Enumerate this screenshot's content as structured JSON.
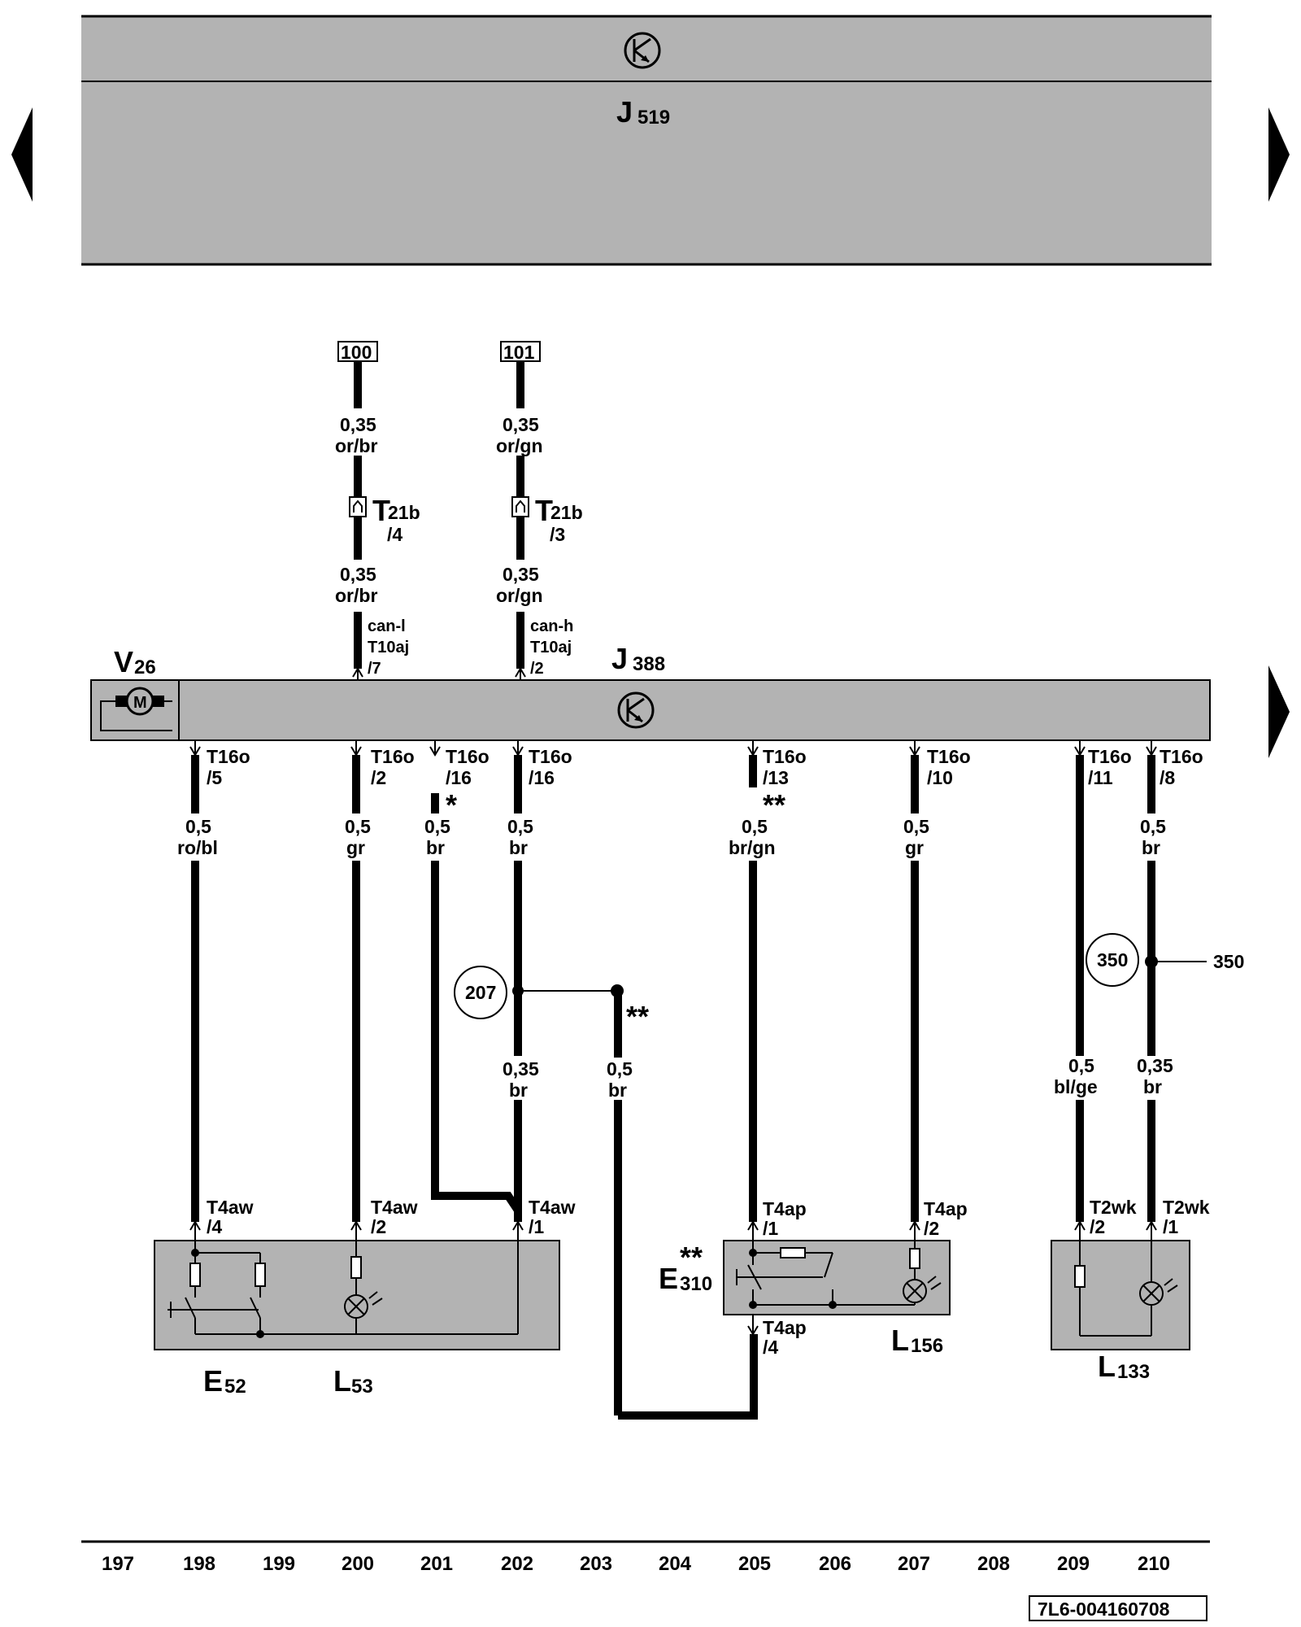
{
  "nav": {
    "prev_label": "◀",
    "next_label": "▶",
    "next2_label": "▶"
  },
  "control_units": {
    "top": {
      "id": "J",
      "sub": "519"
    },
    "main": {
      "id": "J",
      "sub": "388"
    }
  },
  "motor": {
    "id": "V",
    "sub": "26",
    "symbol": "M"
  },
  "refs": {
    "can_low_ref": "100",
    "can_high_ref": "101",
    "node_207": "207",
    "node_350": "350",
    "ext_350": "350"
  },
  "connectors": {
    "t21b_name": "T",
    "t21b_sub": "21b",
    "t21b_pin_4": "/4",
    "t21b_pin_3": "/3",
    "can_l": "can-l",
    "can_h": "can-h",
    "t10aj": "T10aj",
    "t10aj_pin_7": "/7",
    "t10aj_pin_2": "/2",
    "t16o": "T16o",
    "t16o_pin_5": "/5",
    "t16o_pin_2": "/2",
    "t16o_pin_16": "/16",
    "t16o_pin_16b": "/16",
    "t16o_pin_13": "/13",
    "t16o_pin_10": "/10",
    "t16o_pin_11": "/11",
    "t16o_pin_8": "/8",
    "t4aw": "T4aw",
    "t4aw_pin_4": "/4",
    "t4aw_pin_2": "/2",
    "t4aw_pin_1": "/1",
    "t4ap": "T4ap",
    "t4ap_pin_1": "/1",
    "t4ap_pin_2": "/2",
    "t4ap_pin_4": "/4",
    "t2wk": "T2wk",
    "t2wk_pin_2": "/2",
    "t2wk_pin_1": "/1"
  },
  "wires": {
    "w1": {
      "size": "0,35",
      "color": "or/br"
    },
    "w2": {
      "size": "0,35",
      "color": "or/gn"
    },
    "w3": {
      "size": "0,35",
      "color": "or/br"
    },
    "w4": {
      "size": "0,35",
      "color": "or/gn"
    },
    "w5": {
      "size": "0,5",
      "color": "ro/bl"
    },
    "w6": {
      "size": "0,5",
      "color": "gr"
    },
    "w7": {
      "size": "0,5",
      "color": "br"
    },
    "w8": {
      "size": "0,5",
      "color": "br"
    },
    "w9": {
      "size": "0,5",
      "color": "br/gn"
    },
    "w10": {
      "size": "0,5",
      "color": "gr"
    },
    "w11": {
      "size": "0,5",
      "color": "bl/ge"
    },
    "w12": {
      "size": "0,5",
      "color": "br"
    },
    "w13": {
      "size": "0,35",
      "color": "br"
    },
    "w14": {
      "size": "0,5",
      "color": "br"
    },
    "w15": {
      "size": "0,35",
      "color": "br"
    }
  },
  "marks": {
    "single": "*",
    "double": "**",
    "e310": "**"
  },
  "components": {
    "e52": {
      "id": "E",
      "sub": "52"
    },
    "l53": {
      "id": "L",
      "sub": "53"
    },
    "e310": {
      "id": "E",
      "sub": "310"
    },
    "l156": {
      "id": "L",
      "sub": "156"
    },
    "l133": {
      "id": "L",
      "sub": "133"
    }
  },
  "track_numbers": [
    "197",
    "198",
    "199",
    "200",
    "201",
    "202",
    "203",
    "204",
    "205",
    "206",
    "207",
    "208",
    "209",
    "210"
  ],
  "diagram_id": "7L6-004160708"
}
